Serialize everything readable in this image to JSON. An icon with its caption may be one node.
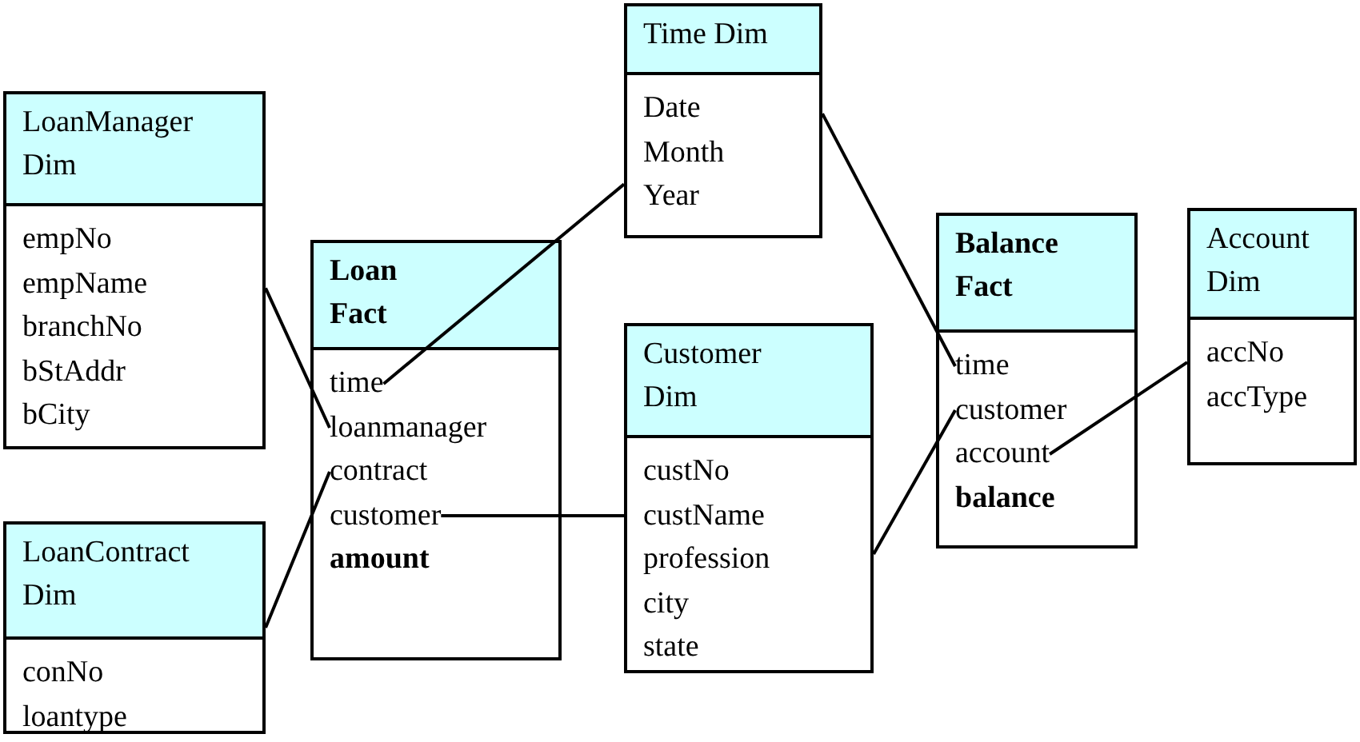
{
  "diagram": {
    "nodes": [
      {
        "text": [
          "LoanManager Dim"
        ]
      },
      {
        "text": [
          "empNo"
        ],
        "in": 0
      },
      {
        "text": [
          "empName"
        ],
        "in": 0
      },
      {
        "text": [
          "branchNo"
        ],
        "in": 0
      },
      {
        "text": [
          "bStAddr"
        ],
        "in": 0
      },
      {
        "text": [
          "bCity"
        ],
        "in": 0
      },
      {
        "text": [
          "LoanContract Dim"
        ]
      },
      {
        "text": [
          "conNo"
        ],
        "in": 6
      },
      {
        "text": [
          "loantype"
        ],
        "in": 6
      },
      {
        "text": [
          "Loan Fact"
        ]
      },
      {
        "text": [
          "time"
        ],
        "in": 9
      },
      {
        "text": [
          "loanmanager"
        ],
        "in": 9
      },
      {
        "text": [
          "contract"
        ],
        "in": 9
      },
      {
        "text": [
          "customer"
        ],
        "in": 9
      },
      {
        "text": [
          "amount"
        ],
        "in": 9
      },
      {
        "text": [
          "Time Dim"
        ]
      },
      {
        "text": [
          "Date"
        ],
        "in": 15
      },
      {
        "text": [
          "Month"
        ],
        "in": 15
      },
      {
        "text": [
          "Year"
        ],
        "in": 15
      },
      {
        "text": [
          "Customer Dim"
        ]
      },
      {
        "text": [
          "custNo"
        ],
        "in": 19
      },
      {
        "text": [
          "custName"
        ],
        "in": 19
      },
      {
        "text": [
          "profession"
        ],
        "in": 19
      },
      {
        "text": [
          "city"
        ],
        "in": 19
      },
      {
        "text": [
          "state"
        ],
        "in": 19
      },
      {
        "text": [
          "Balance Fact"
        ]
      },
      {
        "text": [
          "time"
        ],
        "in": 25
      },
      {
        "text": [
          "customer"
        ],
        "in": 25
      },
      {
        "text": [
          "account"
        ],
        "in": 25
      },
      {
        "text": [
          "balance"
        ],
        "in": 25
      },
      {
        "text": [
          "Account Dim"
        ]
      },
      {
        "text": [
          "accNo"
        ],
        "in": 30
      },
      {
        "text": [
          "accType"
        ],
        "in": 30
      }
    ],
    "edges": [
      {
        "from": 0,
        "to": 11,
        "arrow": "none"
      },
      {
        "from": 6,
        "to": 12,
        "arrow": "none"
      },
      {
        "from": 10,
        "to": 15,
        "arrow": "none"
      },
      {
        "from": 13,
        "to": 19,
        "arrow": "none"
      },
      {
        "from": 15,
        "to": 26,
        "arrow": "none"
      },
      {
        "from": 19,
        "to": 27,
        "arrow": "none"
      },
      {
        "from": 28,
        "to": 30,
        "arrow": "none"
      }
    ]
  }
}
